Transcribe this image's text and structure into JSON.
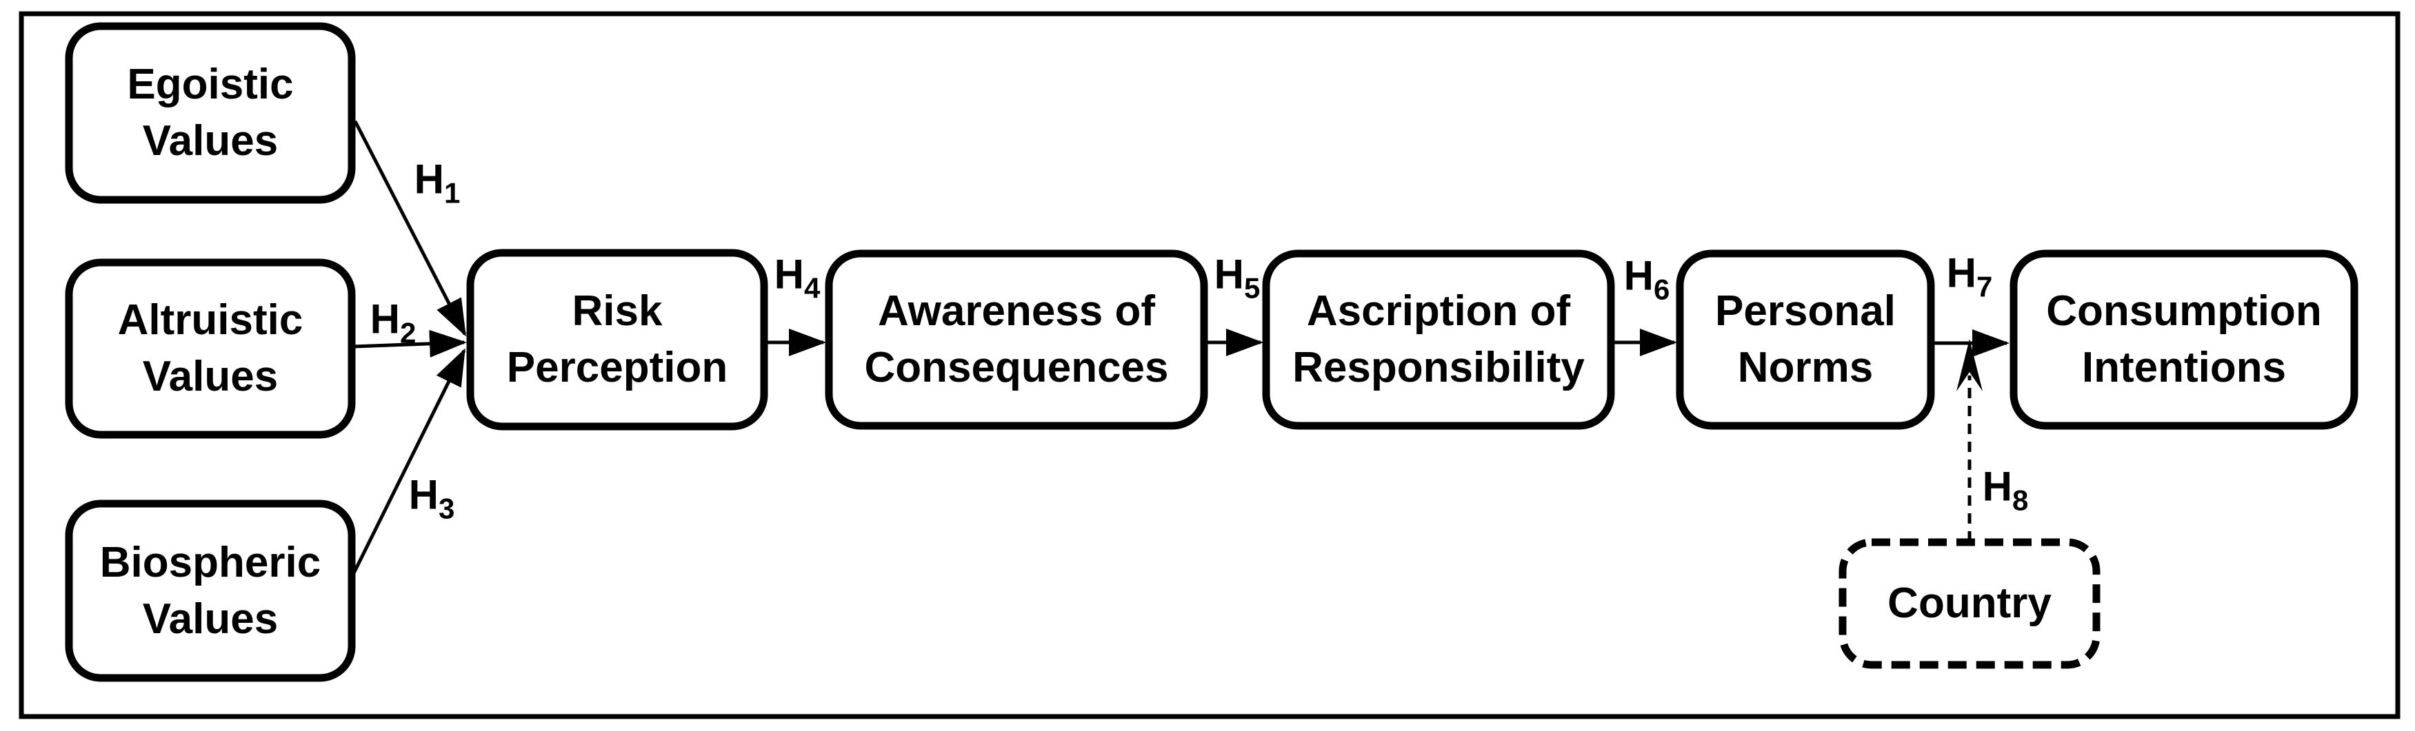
{
  "diagram": {
    "type": "structural-hypothesis-model",
    "background_color": "#ffffff",
    "stroke_color": "#000000",
    "text_color": "#000000",
    "nodes": [
      {
        "id": "egoistic-values",
        "label": "Egoistic\nValues",
        "border": "solid"
      },
      {
        "id": "altruistic-values",
        "label": "Altruistic\nValues",
        "border": "solid"
      },
      {
        "id": "biospheric-values",
        "label": "Biospheric\nValues",
        "border": "solid"
      },
      {
        "id": "risk-perception",
        "label": "Risk\nPerception",
        "border": "solid"
      },
      {
        "id": "awareness-of-consequences",
        "label": "Awareness of\nConsequences",
        "border": "solid"
      },
      {
        "id": "ascription-of-responsibility",
        "label": "Ascription of\nResponsibility",
        "border": "solid"
      },
      {
        "id": "personal-norms",
        "label": "Personal\nNorms",
        "border": "solid"
      },
      {
        "id": "consumption-intentions",
        "label": "Consumption\nIntentions",
        "border": "solid"
      },
      {
        "id": "country",
        "label": "Country",
        "border": "dashed"
      }
    ],
    "hypotheses": [
      {
        "text": "H",
        "sub": "1",
        "from": "Egoistic Values",
        "to": "Risk Perception",
        "style": "solid-arrow"
      },
      {
        "text": "H",
        "sub": "2",
        "from": "Altruistic Values",
        "to": "Risk Perception",
        "style": "solid-arrow"
      },
      {
        "text": "H",
        "sub": "3",
        "from": "Biospheric Values",
        "to": "Risk Perception",
        "style": "solid-arrow"
      },
      {
        "text": "H",
        "sub": "4",
        "from": "Risk Perception",
        "to": "Awareness of Consequences",
        "style": "solid-arrow"
      },
      {
        "text": "H",
        "sub": "5",
        "from": "Awareness of Consequences",
        "to": "Ascription of Responsibility",
        "style": "solid-arrow"
      },
      {
        "text": "H",
        "sub": "6",
        "from": "Ascription of Responsibility",
        "to": "Personal Norms",
        "style": "solid-arrow"
      },
      {
        "text": "H",
        "sub": "7",
        "from": "Personal Norms",
        "to": "Consumption Intentions",
        "style": "solid-arrow"
      },
      {
        "text": "H",
        "sub": "8",
        "from": "Country",
        "to": "Personal Norms to Consumption Intentions link",
        "style": "dashed-moderation-arrow"
      }
    ]
  }
}
